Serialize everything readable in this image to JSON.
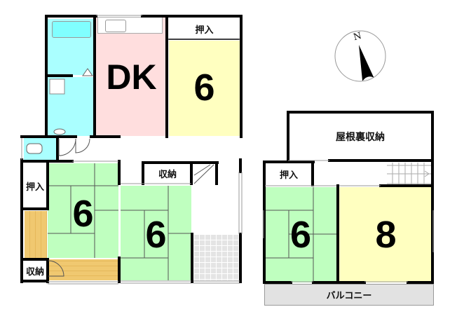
{
  "floor1": {
    "rooms": [
      {
        "id": "dk",
        "label": "DK",
        "color": "#ffdede"
      },
      {
        "id": "western6",
        "label": "6",
        "color": "#ffffc0"
      },
      {
        "id": "closet_top",
        "label": "押入"
      },
      {
        "id": "japanese6_left",
        "label": "6",
        "color": "#bfffbf"
      },
      {
        "id": "japanese6_mid",
        "label": "6",
        "color": "#bfffbf"
      },
      {
        "id": "closet_left",
        "label": "押入"
      },
      {
        "id": "storage_left",
        "label": "収納"
      },
      {
        "id": "storage_mid",
        "label": "収納"
      },
      {
        "id": "bath",
        "label": "",
        "color": "#aaffff"
      },
      {
        "id": "wash",
        "label": "",
        "color": "#aaffff"
      },
      {
        "id": "toilet",
        "label": "",
        "color": "#aaffff"
      }
    ]
  },
  "floor2": {
    "rooms": [
      {
        "id": "attic_storage",
        "label": "屋根裏収納"
      },
      {
        "id": "closet",
        "label": "押入"
      },
      {
        "id": "japanese6",
        "label": "6",
        "color": "#bfffbf"
      },
      {
        "id": "western8",
        "label": "8",
        "color": "#ffffc0"
      },
      {
        "id": "balcony",
        "label": "バルコニー",
        "color": "#e2e2e2"
      }
    ]
  },
  "compass": {
    "label": "N"
  }
}
